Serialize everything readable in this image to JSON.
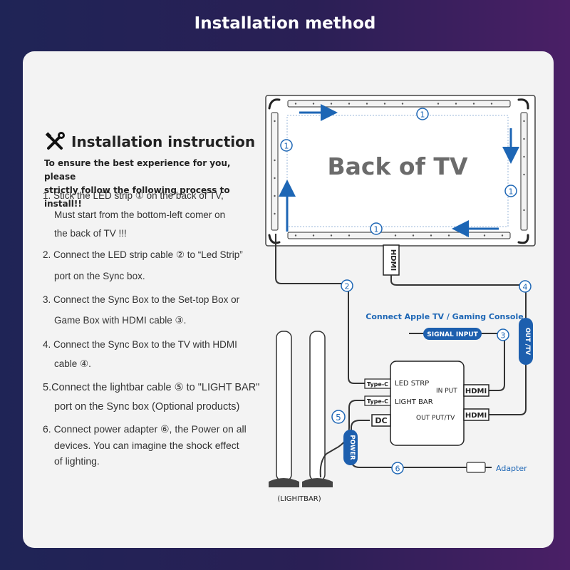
{
  "page_title": "Installation method",
  "instructions": {
    "title": "Installation instruction",
    "subtitle_line1": "To ensure the best experience for you, please",
    "subtitle_line2": "strictly follow the following process to install!!",
    "steps": [
      {
        "line1": "1. Stick the LED strip ① on the back of TV,",
        "line2": "Must start from the bottom-left comer on",
        "line3": "the back of TV !!!"
      },
      {
        "line1": "2. Connect the LED strip cable ② to “Led Strip”",
        "line2": "port on the Sync box."
      },
      {
        "line1": "3. Connect the Sync Box to the Set-top Box or",
        "line2": "Game Box with HDMI cable ③."
      },
      {
        "line1": "4. Connect the Sync Box to the TV with HDMI",
        "line2": "cable ④."
      },
      {
        "line1": "5.Connect the lightbar cable ⑤ to \"LIGHT BAR\"",
        "line2": "port on the Sync box (Optional products)"
      },
      {
        "line1": "6. Connect power adapter ⑥, the Power on all",
        "line2": "devices. You can imagine the shock effect",
        "line3": "of lighting."
      }
    ]
  },
  "diagram": {
    "tv_label": "Back of TV",
    "hdmi_label": "HDMI",
    "connect_label": "Connect Apple TV / Gaming Console",
    "signal_input": "SIGNAL INPUT",
    "out_tv": "OUT /TV",
    "power": "POWER",
    "adapter": "Adapter",
    "lightbar": "(LIGHITBAR)",
    "sync_box": {
      "type_c_1": "Type-C",
      "type_c_2": "Type-C",
      "dc": "DC",
      "led_strip": "LED STRP",
      "light_bar": "LIGHT BAR",
      "input": "IN PUT",
      "output": "OUT PUT/TV",
      "hdmi_in": "HDMI",
      "hdmi_out": "HDMI"
    },
    "num_1": "1",
    "num_2": "2",
    "num_3": "3",
    "num_4": "4",
    "num_5": "5",
    "num_6": "6",
    "colors": {
      "accent_blue": "#1d66b5",
      "pill_blue": "#1d5fae",
      "cable": "#333333"
    }
  }
}
